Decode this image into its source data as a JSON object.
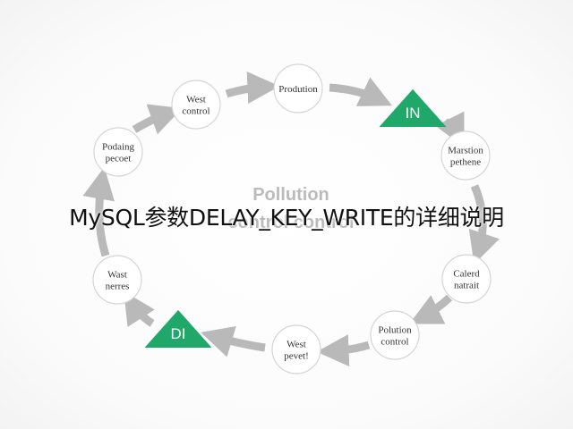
{
  "overlay_title": "MySQL参数DELAY_KEY_WRITE的详细说明",
  "diagram": {
    "center_label": [
      "Pollution",
      "control control"
    ],
    "nodes": [
      {
        "id": "n1",
        "shape": "circle",
        "lines": [
          "Prodution"
        ]
      },
      {
        "id": "n2",
        "shape": "triangle",
        "lines": [
          "IN"
        ]
      },
      {
        "id": "n3",
        "shape": "circle",
        "lines": [
          "Marstion",
          "pethene"
        ]
      },
      {
        "id": "n4",
        "shape": "circle",
        "lines": [
          "Calerd",
          "natrait"
        ]
      },
      {
        "id": "n5",
        "shape": "circle",
        "lines": [
          "Polution",
          "control"
        ]
      },
      {
        "id": "n6",
        "shape": "circle",
        "lines": [
          "West",
          "pevet!"
        ]
      },
      {
        "id": "n7",
        "shape": "triangle",
        "lines": [
          "DI"
        ]
      },
      {
        "id": "n8",
        "shape": "circle",
        "lines": [
          "Wast",
          "nerres"
        ]
      },
      {
        "id": "n9",
        "shape": "circle",
        "lines": [
          "Podaing",
          "pecoet"
        ]
      },
      {
        "id": "n10",
        "shape": "circle",
        "lines": [
          "West",
          "control"
        ]
      }
    ],
    "colors": {
      "triangle": "#1fa86a",
      "arrow": "#b9b9b9",
      "node_border": "#d5d5d5",
      "node_fill": "#ffffff"
    }
  }
}
